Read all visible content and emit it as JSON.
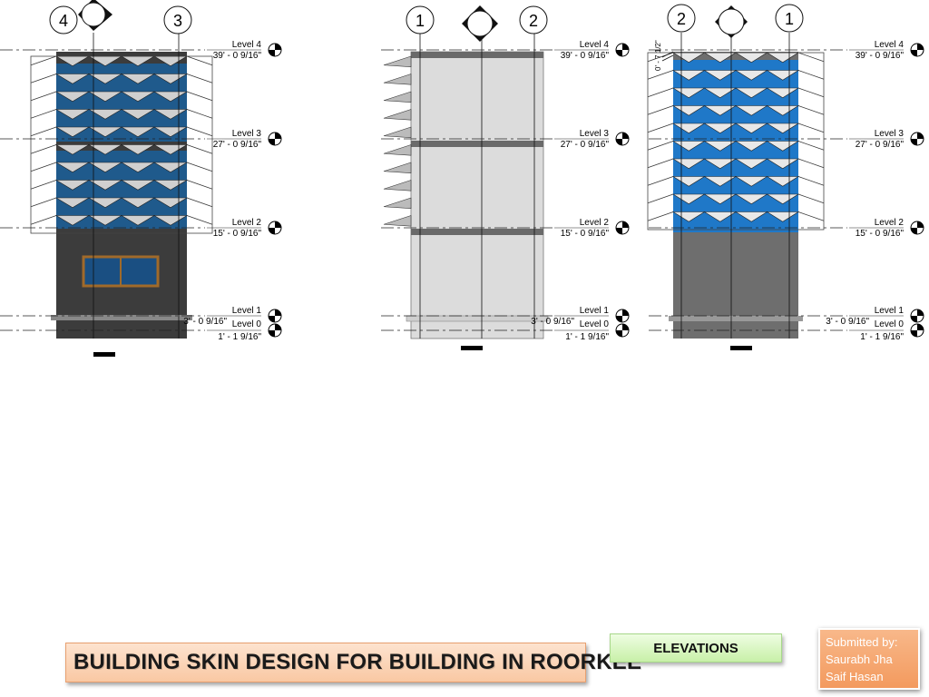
{
  "elevations": [
    {
      "grids": [
        "4",
        "3"
      ],
      "levels": [
        {
          "name": "Level 4",
          "elev": "39' - 0 9/16\""
        },
        {
          "name": "Level 3",
          "elev": "27' - 0 9/16\""
        },
        {
          "name": "Level 2",
          "elev": "15' - 0 9/16\""
        },
        {
          "name": "Level 1",
          "elev": "3' - 0 9/16\""
        },
        {
          "name": "Level 0",
          "elev": "1' - 1 9/16\""
        }
      ]
    },
    {
      "grids": [
        "1",
        "2"
      ],
      "levels": [
        {
          "name": "Level 4",
          "elev": "39' - 0 9/16\""
        },
        {
          "name": "Level 3",
          "elev": "27' - 0 9/16\""
        },
        {
          "name": "Level 2",
          "elev": "15' - 0 9/16\""
        },
        {
          "name": "Level 1",
          "elev": "3' - 0 9/16\""
        },
        {
          "name": "Level 0",
          "elev": "1' - 1 9/16\""
        }
      ]
    },
    {
      "grids": [
        "2",
        "1"
      ],
      "dimension": "0' - 7 1/2\"",
      "levels": [
        {
          "name": "Level 4",
          "elev": "39' - 0 9/16\""
        },
        {
          "name": "Level 3",
          "elev": "27' - 0 9/16\""
        },
        {
          "name": "Level 2",
          "elev": "15' - 0 9/16\""
        },
        {
          "name": "Level 1",
          "elev": "3' - 0 9/16\""
        },
        {
          "name": "Level 0",
          "elev": "1' - 1 9/16\""
        }
      ]
    }
  ],
  "footer": {
    "title": "BUILDING SKIN DESIGN FOR BUILDING IN ROORKEE",
    "section": "ELEVATIONS",
    "credits": [
      "Submitted by:",
      "Saurabh Jha",
      "Saif Hasan"
    ]
  },
  "colors": {
    "glass_blue": "#1f78c8",
    "dark_wall": "#3c3c3c",
    "light_wall": "#dcdcdc",
    "mid_wall": "#6e6e6e",
    "title_bg": "#fbd5b5",
    "section_bg": "#d4f5b8",
    "credit_bg": "#f5a46c"
  }
}
